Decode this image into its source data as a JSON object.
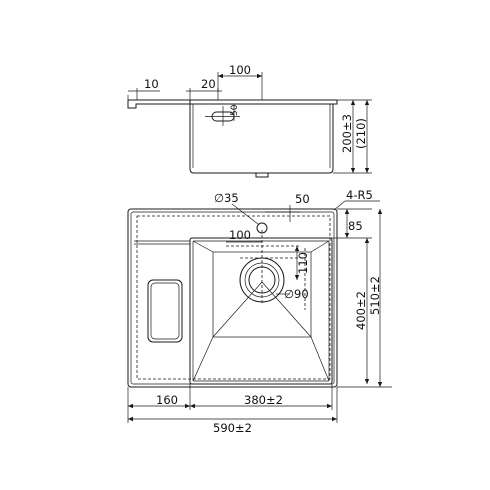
{
  "labels": {
    "side_10": "10",
    "side_20": "20",
    "side_100": "100",
    "side_50": "50",
    "side_depth": "200±3",
    "side_depth_ref": "(210)",
    "drain_diameter": "∅35",
    "top_50": "50",
    "corner_radius": "4-R5",
    "top_85": "85",
    "plan_100": "100",
    "plan_110": "110",
    "outlet_diameter": "∅90",
    "bowl_depth": "400±2",
    "total_depth": "510±2",
    "drainboard_width": "160",
    "bowl_width": "380±2",
    "total_width": "590±2"
  }
}
